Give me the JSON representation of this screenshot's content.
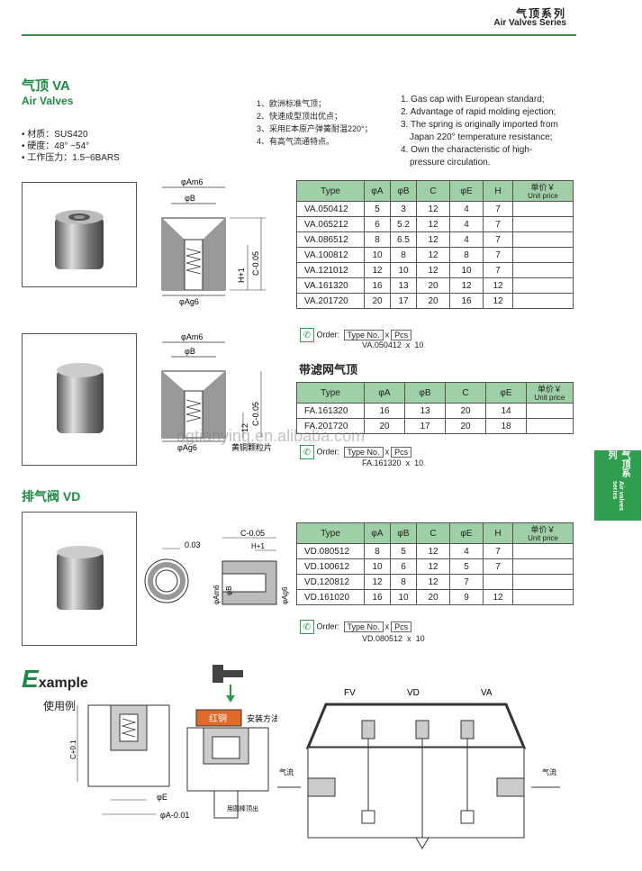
{
  "header": {
    "title_cn": "气顶系列",
    "title_en": "Air Valves Series"
  },
  "side_tab": {
    "cn": "气顶系列",
    "en": "Air valves series"
  },
  "va": {
    "title_cn": "气顶  VA",
    "title_en": "Air Valves",
    "specs": [
      "材质：SUS420",
      "硬度：48° ~54°",
      "工作压力：1.5~6BARS"
    ],
    "features_cn": [
      "1、欧洲标准气顶；",
      "2、快速成型顶出优点；",
      "3、采用E本原产弹簧耐温220°；",
      "4、有高气流通特点。"
    ],
    "features_en": [
      "1. Gas cap with European standard;",
      "2. Advantage of rapid molding ejection;",
      "3. The spring is originally imported from",
      "Japan 220°  temperature resistance;",
      "4. Own the characteristic of high-",
      "pressure circulation."
    ],
    "headers": [
      "Type",
      "φA",
      "φB",
      "C",
      "φE",
      "H"
    ],
    "price_cn": "单价￥",
    "price_en": "Unit price",
    "rows": [
      [
        "VA.050412",
        "5",
        "3",
        "12",
        "4",
        "7"
      ],
      [
        "VA.065212",
        "6",
        "5.2",
        "12",
        "4",
        "7"
      ],
      [
        "VA.086512",
        "8",
        "6.5",
        "12",
        "4",
        "7"
      ],
      [
        "VA.100812",
        "10",
        "8",
        "12",
        "8",
        "7"
      ],
      [
        "VA.121012",
        "12",
        "10",
        "12",
        "10",
        "7"
      ],
      [
        "VA.161320",
        "16",
        "13",
        "20",
        "12",
        "12"
      ],
      [
        "VA.201720",
        "20",
        "17",
        "20",
        "16",
        "12"
      ]
    ],
    "order": {
      "label": "Order:",
      "type_no": "Type No.",
      "x": "x",
      "pcs": "Pcs",
      "example": "VA.050412",
      "qty": "10"
    }
  },
  "fa": {
    "title_cn": "带滤网气顶",
    "headers": [
      "Type",
      "φA",
      "φB",
      "C",
      "φE"
    ],
    "price_cn": "单价￥",
    "price_en": "Unit price",
    "rows": [
      [
        "FA.161320",
        "16",
        "13",
        "20",
        "14"
      ],
      [
        "FA.201720",
        "20",
        "17",
        "20",
        "18"
      ]
    ],
    "order": {
      "label": "Order:",
      "type_no": "Type No.",
      "x": "x",
      "pcs": "Pcs",
      "example": "FA.161320",
      "qty": "10"
    },
    "drawing_label": "黄铜颗粒片"
  },
  "vd": {
    "title_cn": "排气阀  VD",
    "headers": [
      "Type",
      "φA",
      "φB",
      "C",
      "φE",
      "H"
    ],
    "price_cn": "单价￥",
    "price_en": "Unit price",
    "rows": [
      [
        "VD.080512",
        "8",
        "5",
        "12",
        "4",
        "7"
      ],
      [
        "VD.100612",
        "10",
        "6",
        "12",
        "5",
        "7"
      ],
      [
        "VD.120812",
        "12",
        "8",
        "12",
        "7",
        ""
      ],
      [
        "VD.161020",
        "16",
        "10",
        "20",
        "9",
        "12"
      ]
    ],
    "order": {
      "label": "Order:",
      "type_no": "Type No.",
      "x": "x",
      "pcs": "Pcs",
      "example": "VD.080512",
      "qty": "10"
    }
  },
  "example": {
    "title_big": "E",
    "title_rest": "xample",
    "title_cn": "使用例",
    "copper_label": "红铜",
    "install_label": "安装方法",
    "rod_label": "用圆棒顶出",
    "fv": "FV",
    "vd": "VD",
    "va": "VA",
    "airflow": "气流"
  },
  "dims": {
    "phi_a_m6": "φAm6",
    "phi_b": "φB",
    "phi_a_g6": "φAg6",
    "h_plus1": "H+1",
    "c_minus": "C-0.05",
    "twelve": "12",
    "c_plus": "C+0.1",
    "phi_e": "φE",
    "phi_a_minus": "φA-0.01",
    "gap": "0.03",
    "phi_a_m6_v": "φAm6",
    "phi_a_g6_v": "φAg6"
  },
  "watermark": "dgtianying.en.alibaba.com"
}
